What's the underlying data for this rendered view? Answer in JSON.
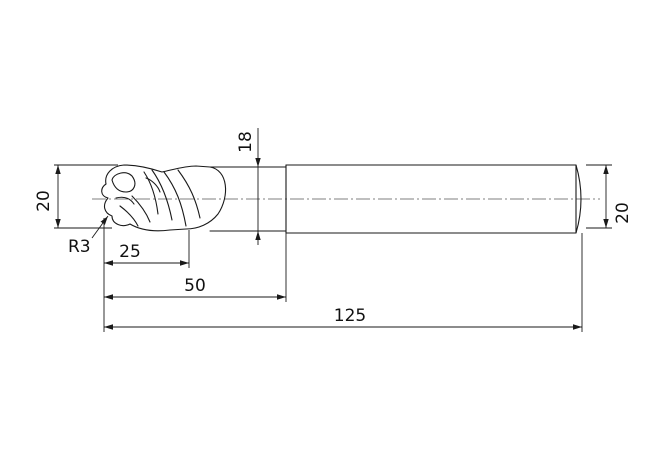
{
  "dimensions": {
    "head_diameter": "20",
    "neck_diameter": "18",
    "shank_diameter": "20",
    "corner_radius": "R3",
    "flute_length": "25",
    "neck_length": "50",
    "overall_length": "125"
  }
}
